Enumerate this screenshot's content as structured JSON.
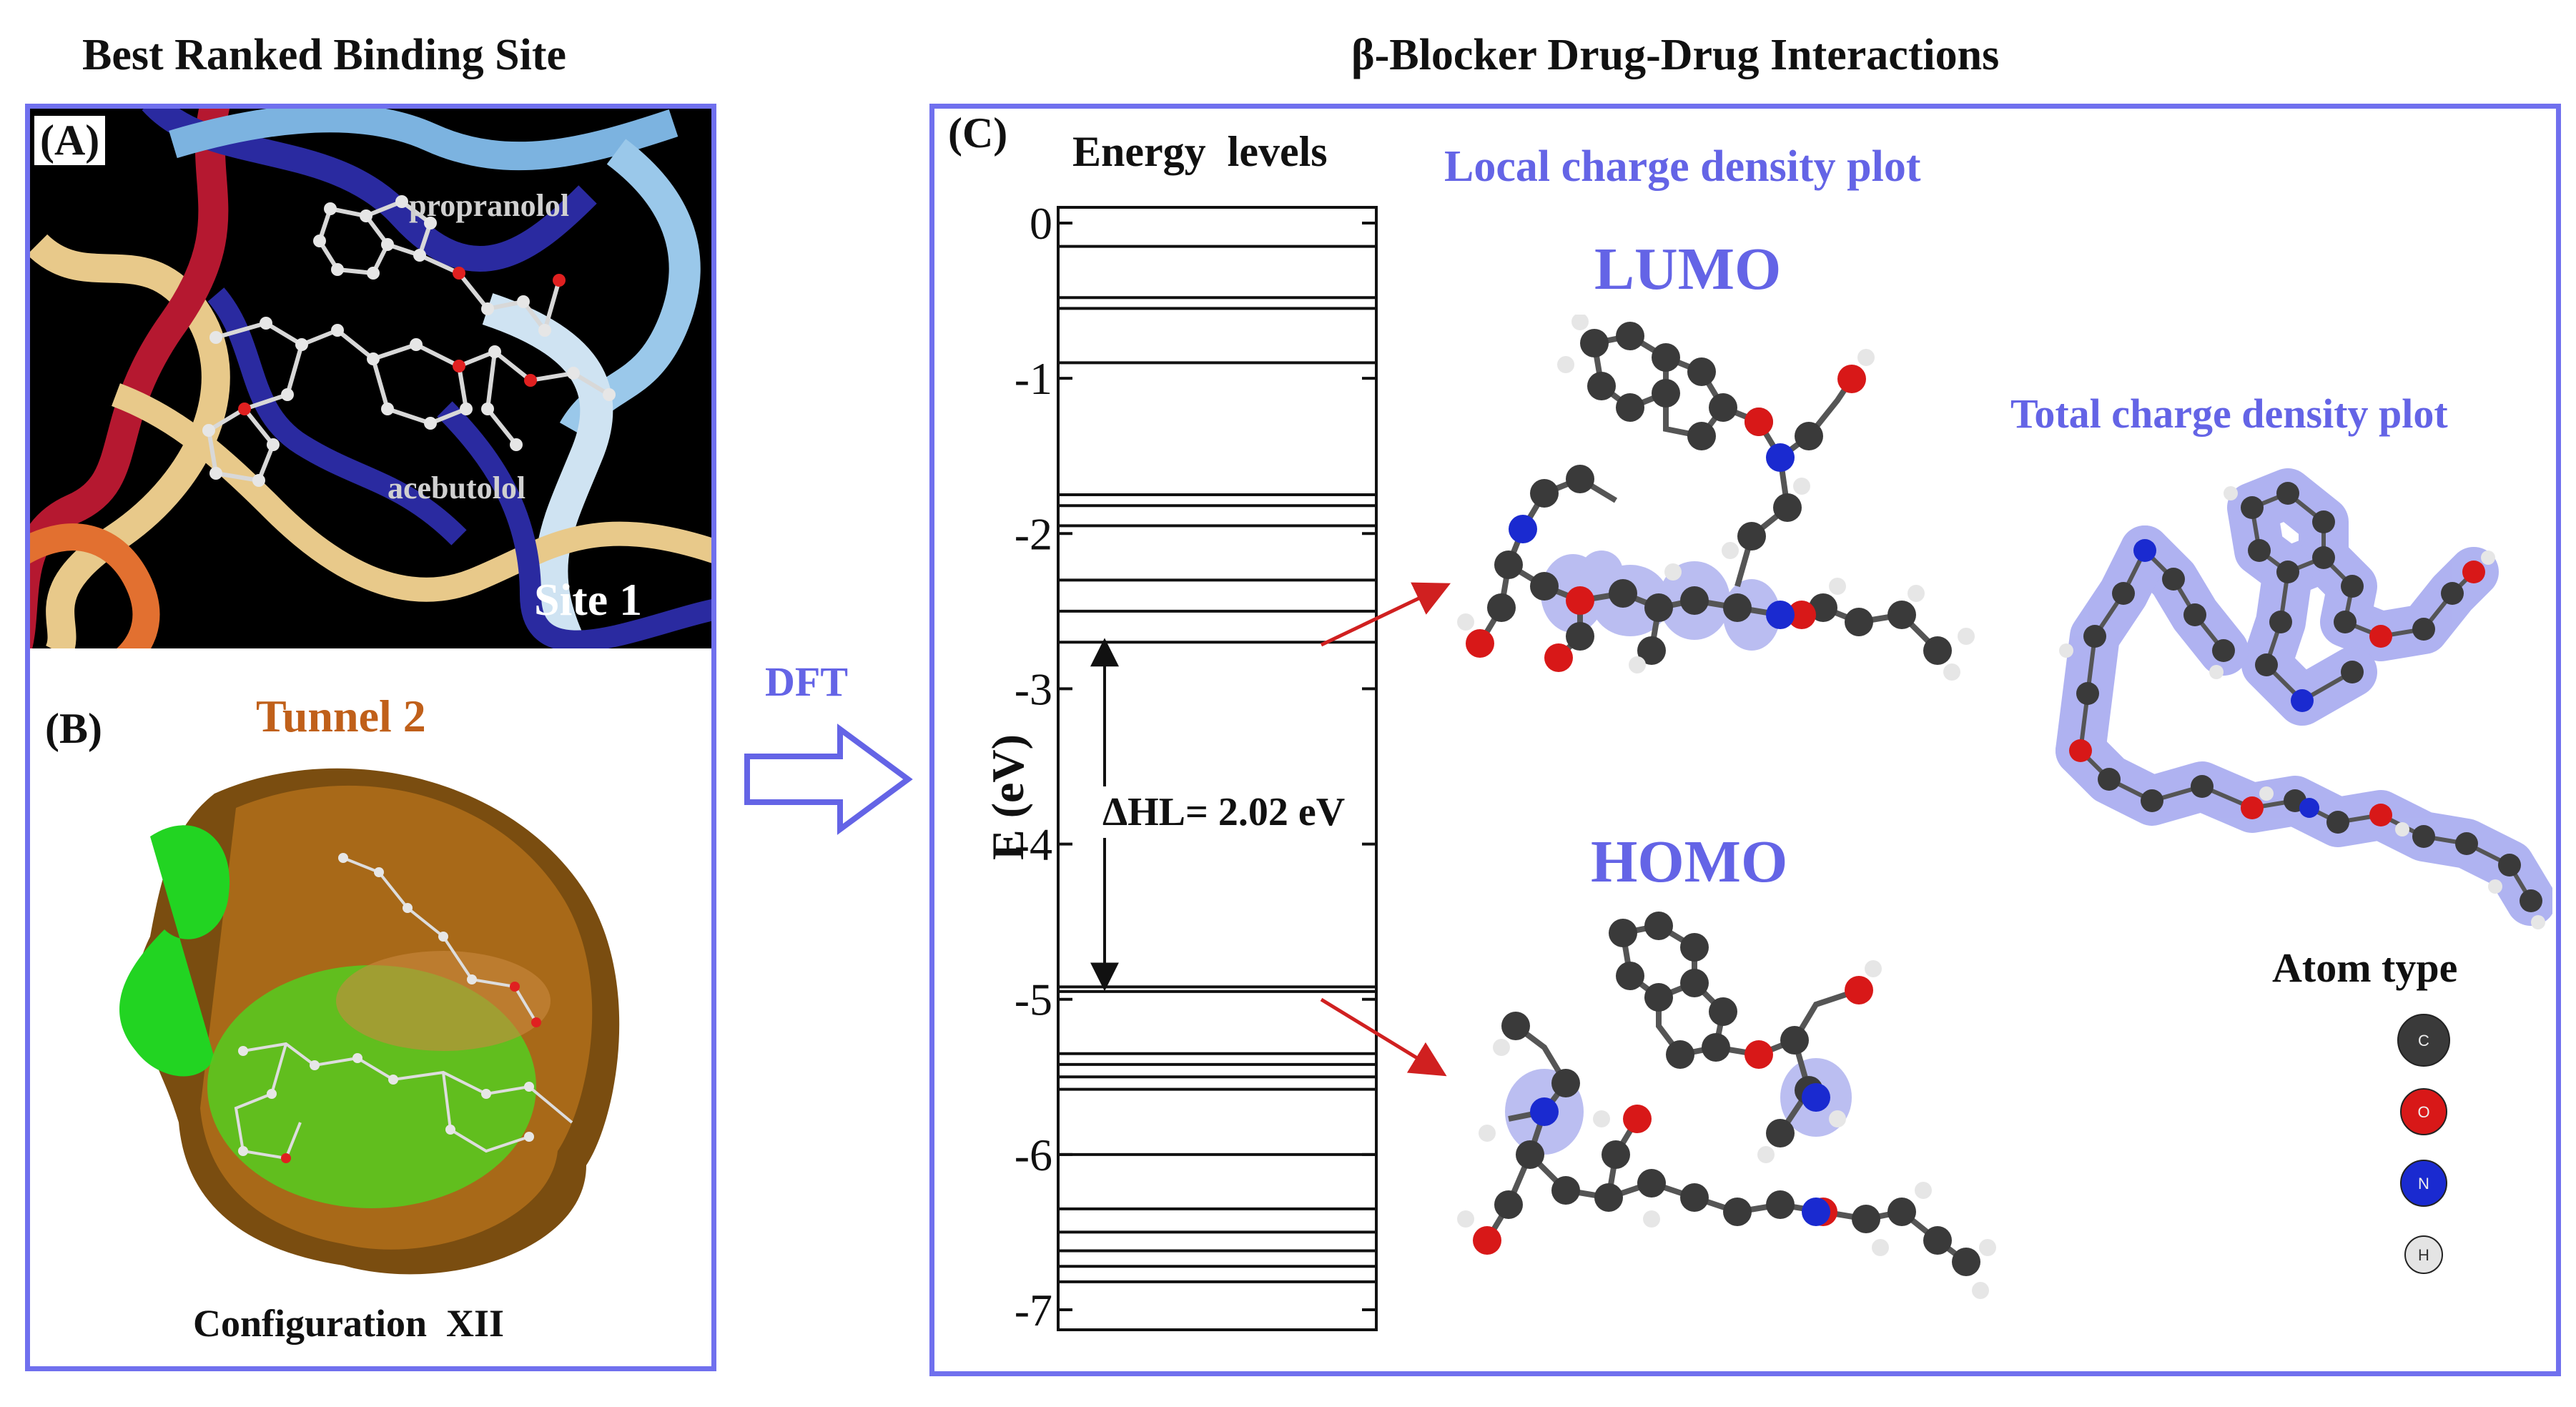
{
  "headings": {
    "left": "Best Ranked Binding Site",
    "right": "β-Blocker Drug-Drug Interactions"
  },
  "panel_a": {
    "label": "(A)",
    "ligand_top": "propranolol",
    "ligand_bottom": "acebutolol",
    "site_label": "Site 1"
  },
  "panel_b": {
    "label": "(B)",
    "tunnel_label": "Tunnel 2",
    "config_label": "Configuration  XII"
  },
  "arrow_label": "DFT",
  "panel_c": {
    "label": "(C)",
    "energy_title": "Energy  levels",
    "y_axis_label": "E (eV)",
    "gap_label": "ΔHL= 2.02 eV",
    "local_title": "Local charge density plot",
    "lumo_label": "LUMO",
    "homo_label": "HOMO",
    "total_title": "Total charge density plot",
    "atom_type_title": "Atom type",
    "atom_types": [
      "C",
      "O",
      "N",
      "H"
    ]
  },
  "chart_data": {
    "type": "energy-level diagram",
    "title": "Energy  levels",
    "ylabel": "E (eV)",
    "ylim": [
      -7,
      0
    ],
    "yticks": [
      0,
      -1,
      -2,
      -3,
      -4,
      -5,
      -6,
      -7
    ],
    "levels": [
      -0.15,
      -0.48,
      -0.55,
      -0.9,
      -1.75,
      -1.82,
      -1.95,
      -2.3,
      -2.5,
      -2.7,
      -4.92,
      -4.95,
      -5.35,
      -5.42,
      -5.5,
      -5.58,
      -6.0,
      -6.35,
      -6.5,
      -6.62,
      -6.72,
      -6.82
    ],
    "homo": -4.92,
    "lumo": -2.7,
    "gap_ev": 2.02,
    "annotation": "ΔHL= 2.02 eV"
  },
  "colors": {
    "frame": "#7070ee",
    "blue_text": "#6464e6",
    "tunnel_text": "#c0601a",
    "level_line": "#111111",
    "red_arrow": "#d02020",
    "carbon": "#3a3a3a",
    "oxygen": "#d81818",
    "nitrogen": "#1a2ad0",
    "hydrogen": "#e4e4e4"
  }
}
